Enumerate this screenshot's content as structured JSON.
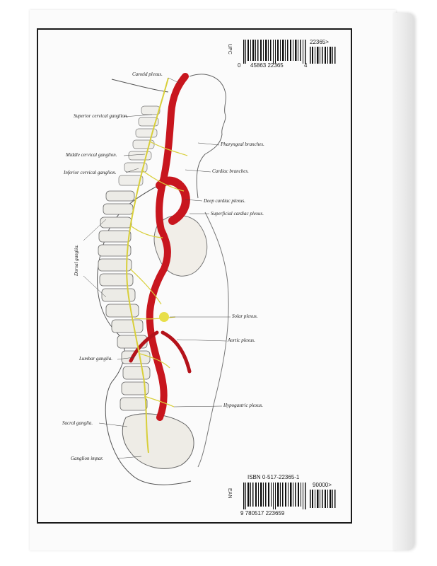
{
  "labels": {
    "carotid": "Carotid plexus.",
    "sup_cervical": "Superior cervical ganglion.",
    "pharyngeal": "Pharyngeal branches.",
    "mid_cervical": "Middle cervical ganglion.",
    "inf_cervical": "Inferior cervical ganglion.",
    "cardiac": "Cardiac branches.",
    "deep_cardiac": "Deep cardiac plexus.",
    "superficial_cardiac": "Superficial cardiac plexus.",
    "dorsal": "Dorsal ganglia.",
    "solar": "Solar plexus.",
    "aortic": "Aortic plexus.",
    "lumbar": "Lumbar ganglia.",
    "hypogastric": "Hypogastric plexus.",
    "sacral": "Sacral ganglia.",
    "impar": "Ganglion impar."
  },
  "upc": {
    "side_label": "UPC",
    "addon": "22365>",
    "digits_left": "0",
    "digits_mid": "45863  22365",
    "digits_right": "4"
  },
  "ean": {
    "side_label": "EAN",
    "isbn": "ISBN 0-517-22365-1",
    "addon": "90000>",
    "digits": "9 780517 223659"
  }
}
